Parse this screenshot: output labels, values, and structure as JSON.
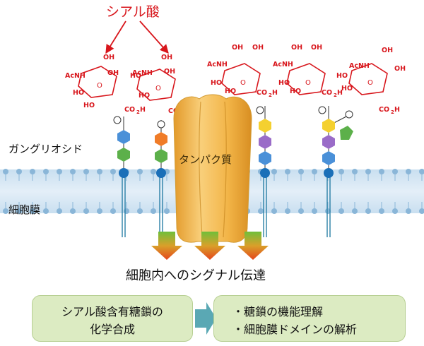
{
  "title": "シアル酸",
  "labels": {
    "ganglioside": "ガングリオシド",
    "membrane": "細胞膜",
    "protein": "タンパク質",
    "signal": "細胞内へのシグナル伝達"
  },
  "chem": {
    "oh": "OH",
    "ho": "HO",
    "acnh": "AcNH",
    "co2h": "CO",
    "co2h_sub": "2",
    "co2h_h": "H",
    "o": "O"
  },
  "boxes": {
    "left": [
      "シアル酸含有糖鎖の",
      "化学合成"
    ],
    "right": [
      "・糖鎖の機能理解",
      "・細胞膜ドメインの解析"
    ]
  },
  "colors": {
    "accent_red": "#d8161c",
    "sugar_blue": "#4a90d8",
    "sugar_green": "#5cb04a",
    "sugar_orange": "#f07c28",
    "sugar_yellow": "#f4d030",
    "sugar_purple": "#9a6cc8",
    "protein": "#f2b74a",
    "membrane_bg": "#d4e6f4",
    "box_bg": "#dcebc2"
  }
}
